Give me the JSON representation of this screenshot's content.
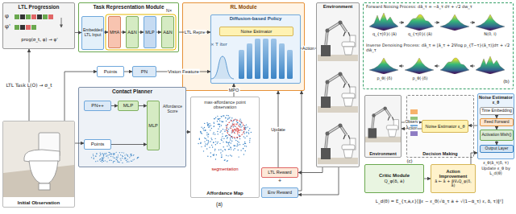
{
  "diagram": {
    "nodes": [
      {
        "text": [
          "LTL Progression"
        ]
      },
      {
        "text": [
          "Task Representation Module"
        ]
      },
      {
        "text": [
          "Embedded LTL Input"
        ],
        "in": 1
      },
      {
        "text": [
          "MHA"
        ],
        "in": 1
      },
      {
        "text": [
          "A&N"
        ],
        "in": 1
      },
      {
        "text": [
          "MLP"
        ],
        "in": 1
      },
      {
        "text": [
          "A&N"
        ],
        "in": 1
      },
      {
        "text": [
          "RL Module"
        ]
      },
      {
        "text": [
          "Diffusion-based Policy"
        ],
        "in": 7
      },
      {
        "text": [
          "Noise Estimator"
        ],
        "in": 8
      },
      {
        "text": [
          "Environment"
        ]
      },
      {
        "text": [
          "Points"
        ]
      },
      {
        "text": [
          "PN"
        ]
      },
      {
        "text": [
          "Contact Planner"
        ]
      },
      {
        "text": [
          "PN++"
        ],
        "in": 13
      },
      {
        "text": [
          "MLP"
        ],
        "in": 13
      },
      {
        "text": [
          "Points"
        ],
        "in": 13
      },
      {
        "text": [
          "MLP"
        ],
        "in": 13
      },
      {
        "text": [
          "Affordance Map"
        ]
      },
      {
        "text": [
          "LTL Reward"
        ]
      },
      {
        "text": [
          "Env Reward"
        ]
      },
      {
        "text": [
          "Initial Observation"
        ]
      },
      {
        "text": [
          "Forward Noising Process: dā_τ = −ā_τ dτ + √2 dw_τ",
          "Inverse Denoising Process: dā_τ = [ā_τ + 2∇log p_{T−τ}(ā_τ)]dτ + √2 dw̄_τ"
        ]
      },
      {
        "text": [
          "Environment"
        ]
      },
      {
        "text": [
          "Decision Making"
        ]
      },
      {
        "text": [
          "Noise Estimator ε_θ"
        ],
        "in": 24
      },
      {
        "text": [
          "Noise Estimator ε_θ"
        ]
      },
      {
        "text": [
          "Time Embedding"
        ],
        "in": 26
      },
      {
        "text": [
          "Feed Forward"
        ],
        "in": 26
      },
      {
        "text": [
          "Activation Mish()"
        ],
        "in": 26
      },
      {
        "text": [
          "Output Layer"
        ],
        "in": 26
      },
      {
        "text": [
          "Critic Module",
          "Q_φ(δ, ā)"
        ]
      },
      {
        "text": [
          "Action Improvement",
          "ā ← ā + β∇ₐQ_φ(δ, ā)"
        ]
      }
    ],
    "edges": [
      {
        "from": 0,
        "to": 2,
        "arrow": "to"
      },
      {
        "from": 2,
        "to": 3,
        "arrow": "to"
      },
      {
        "from": 3,
        "to": 4,
        "arrow": "to"
      },
      {
        "from": 4,
        "to": 5,
        "arrow": "to"
      },
      {
        "from": 5,
        "to": 6,
        "arrow": "to"
      },
      {
        "from": 1,
        "to": 8,
        "label": "LTL Repre",
        "arrow": "to"
      },
      {
        "from": 21,
        "to": 0,
        "label": "LTL Task L(O) → σ_t",
        "arrow": "to"
      },
      {
        "from": 21,
        "to": 11,
        "arrow": "to"
      },
      {
        "from": 11,
        "to": 12,
        "arrow": "to"
      },
      {
        "from": 12,
        "to": 8,
        "label": "Vision Feature",
        "arrow": "to"
      },
      {
        "from": 21,
        "to": 16,
        "arrow": "to"
      },
      {
        "from": 14,
        "to": 15,
        "arrow": "to"
      },
      {
        "from": 15,
        "to": 17,
        "arrow": "to"
      },
      {
        "from": 16,
        "to": 17,
        "arrow": "to"
      },
      {
        "from": 13,
        "to": 18,
        "arrow": "to"
      },
      {
        "from": 18,
        "to": 8,
        "label": "MPO",
        "arrow": "to"
      },
      {
        "from": 8,
        "to": 10,
        "label": "Action",
        "arrow": "to"
      },
      {
        "from": 10,
        "to": 19,
        "arrow": "to"
      },
      {
        "from": 10,
        "to": 20,
        "arrow": "to"
      },
      {
        "from": 19,
        "to": 7,
        "label": "Update",
        "arrow": "to"
      },
      {
        "from": 20,
        "to": 7,
        "arrow": "to"
      },
      {
        "from": 23,
        "to": 25,
        "label": "Observ",
        "arrow": "to"
      },
      {
        "from": 25,
        "to": 23,
        "label": "Action",
        "arrow": "to"
      },
      {
        "from": 26,
        "to": 25,
        "arrow": "to"
      },
      {
        "from": 27,
        "to": 28,
        "arrow": "to"
      },
      {
        "from": 28,
        "to": 29,
        "arrow": "to"
      },
      {
        "from": 29,
        "to": 30,
        "arrow": "to"
      },
      {
        "from": 31,
        "to": 32,
        "arrow": "to"
      },
      {
        "from": 32,
        "to": 26,
        "arrow": "to"
      }
    ],
    "labels": [
      "φ",
      "φ'",
      "prog(σ_t, φ) → φ'",
      "N×",
      "× T iter",
      "Affordance Score",
      "max-affordance point observation",
      "segmentation",
      "+",
      "(a)",
      "q_{τ|0}(·|ā)",
      "q_{τ|0}(·|ā)",
      "N(0, I)",
      "p_θ(·|δ)",
      "p_θ(·|δ)",
      "(b)",
      "(c)",
      "ε_θ(ā_τ|δ, τ)",
      "Update ε_θ by L_d(θ)",
      "L_d(θ) = E_{τ,ā,ε}[‖ε − ε_θ(√ᾱ_τ ā + √(1−ᾱ_τ) ε, δ, τ)‖²]"
    ]
  }
}
